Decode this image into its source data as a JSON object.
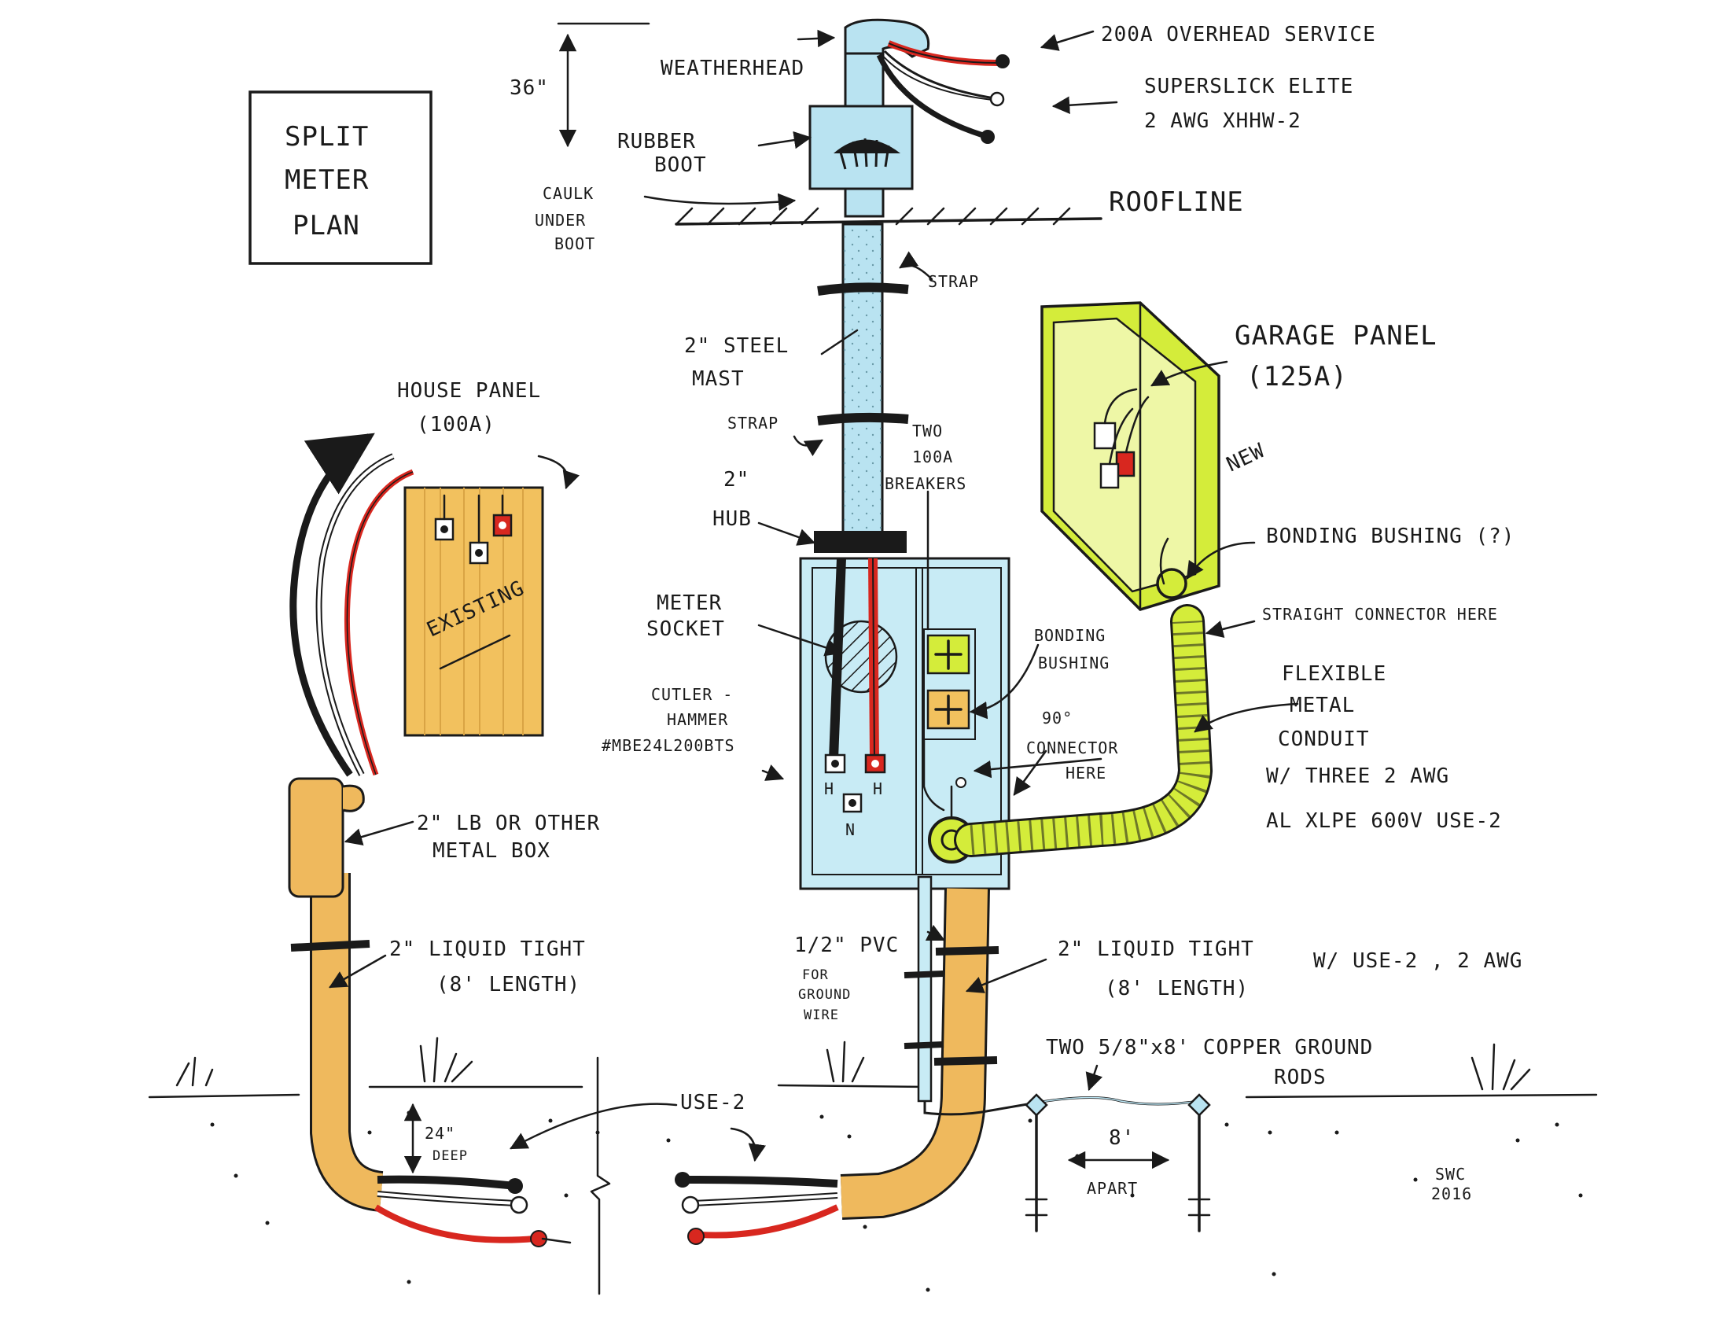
{
  "title": {
    "line1": "SPLIT",
    "line2": "METER",
    "line3": "PLAN"
  },
  "labels": {
    "service": "200A OVERHEAD SERVICE",
    "wire_brand": "SUPERSLICK ELITE",
    "wire_spec": "2 AWG   XHHW-2",
    "weatherhead": "WEATHERHEAD",
    "height": "36\"",
    "boot_1": "RUBBER",
    "boot_2": "BOOT",
    "caulk_1": "CAULK",
    "caulk_2": "UNDER",
    "caulk_3": "BOOT",
    "roofline": "ROOFLINE",
    "strap_top": "STRAP",
    "strap_mid": "STRAP",
    "mast_1": "2\" STEEL",
    "mast_2": "MAST",
    "hub_1": "2\"",
    "hub_2": "HUB",
    "breakers_1": "TWO",
    "breakers_2": "100A",
    "breakers_3": "BREAKERS",
    "house_panel_1": "HOUSE PANEL",
    "house_panel_2": "(100A)",
    "existing": "EXISTING",
    "meter_1": "METER",
    "meter_2": "SOCKET",
    "cutler_1": "CUTLER -",
    "cutler_2": "HAMMER",
    "cutler_3": "#MBE24L200BTS",
    "term_h1": "H",
    "term_h2": "H",
    "term_n": "N",
    "garage_1": "GARAGE PANEL",
    "garage_2": "(125A)",
    "new": "NEW",
    "bonding_top": "BONDING BUSHING (?)",
    "straight": "STRAIGHT CONNECTOR HERE",
    "bonding_inner_1": "BONDING",
    "bonding_inner_2": "BUSHING",
    "flex_1": "FLEXIBLE",
    "flex_2": "METAL",
    "flex_3": "CONDUIT",
    "flex_4": "W/ THREE   2 AWG",
    "flex_5": "AL XLPE 600V USE-2",
    "conn90_1": "90°",
    "conn90_2": "CONNECTOR",
    "conn90_3": "HERE",
    "lb_1": "2\" LB OR   OTHER",
    "lb_2": "METAL       BOX",
    "liquid_left_1": "2\" LIQUID TIGHT",
    "liquid_left_2": "(8' LENGTH)",
    "pvc_1": "1/2\" PVC",
    "pvc_2": "FOR",
    "pvc_3": "GROUND",
    "pvc_4": "WIRE",
    "liquid_right_1": "2\" LIQUID TIGHT",
    "liquid_right_2": "(8' LENGTH)",
    "use2_2awg": "W/ USE-2 , 2 AWG",
    "rods_1": "TWO  5/8\"x8' COPPER GROUND",
    "rods_2": "RODS",
    "depth_1": "24\"",
    "depth_2": "DEEP",
    "use2": "USE-2",
    "apart_1": "8'",
    "apart_2": "APART",
    "sig_1": "SWC",
    "sig_2": "2016"
  },
  "colors": {
    "ink": "#1a1a1a",
    "conduit_blue": "#b9e3f1",
    "panel_orange": "#f2c15e",
    "liquid_tight": "#efb95d",
    "garage_green": "#d4ec3a",
    "wire_red": "#d8271f",
    "wire_black": "#1a1a1a",
    "wire_white": "#ffffff",
    "meter_blue": "#c8ebf5"
  }
}
